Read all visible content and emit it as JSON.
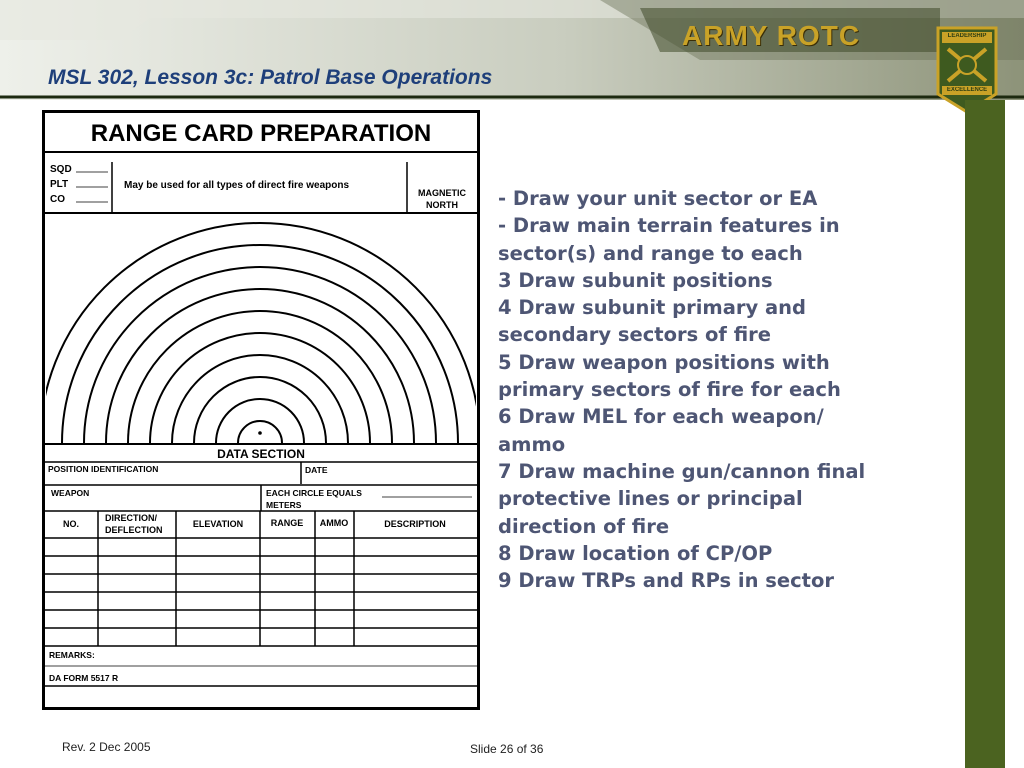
{
  "header": {
    "title": "MSL 302, Lesson 3c: Patrol Base Operations",
    "logo_text": "ARMY ROTC",
    "badge_top": "LEADERSHIP",
    "badge_bottom": "EXCELLENCE"
  },
  "form": {
    "title": "RANGE CARD PREPARATION",
    "sqd": "SQD",
    "plt": "PLT",
    "co": "CO",
    "usage_note": "May be used for all types of direct fire weapons",
    "magnetic": "MAGNETIC",
    "north": "NORTH",
    "data_section": "DATA  SECTION",
    "position_id": "POSITION IDENTIFICATION",
    "date": "DATE",
    "weapon": "WEAPON",
    "each_circle": "EACH CIRCLE EQUALS",
    "meters": "METERS",
    "columns": {
      "no": "NO.",
      "direction": "DIRECTION/",
      "deflection": "DEFLECTION",
      "elevation": "ELEVATION",
      "range": "RANGE",
      "ammo": "AMMO",
      "description": "DESCRIPTION"
    },
    "remarks": "REMARKS:",
    "form_number": "DA FORM 5517 R"
  },
  "bullets": [
    "- Draw your unit sector or EA",
    "- Draw main terrain features in",
    "sector(s) and range to each",
    "3 Draw subunit positions",
    "4 Draw subunit primary and",
    "secondary sectors of fire",
    "5 Draw weapon positions with",
    "primary sectors of fire for each",
    "6 Draw MEL for each weapon/",
    "ammo",
    "7 Draw machine gun/cannon final",
    "protective lines or principal",
    "direction of fire",
    "8 Draw location of CP/OP",
    "9 Draw TRPs and RPs in sector"
  ],
  "footer": {
    "revision": "Rev. 2 Dec 2005",
    "slide": "Slide 26 of 36"
  },
  "colors": {
    "army_green": "#4b6320",
    "title_blue": "#1e3f7a",
    "text_slate": "#4e5674",
    "gold": "#c9a227"
  }
}
